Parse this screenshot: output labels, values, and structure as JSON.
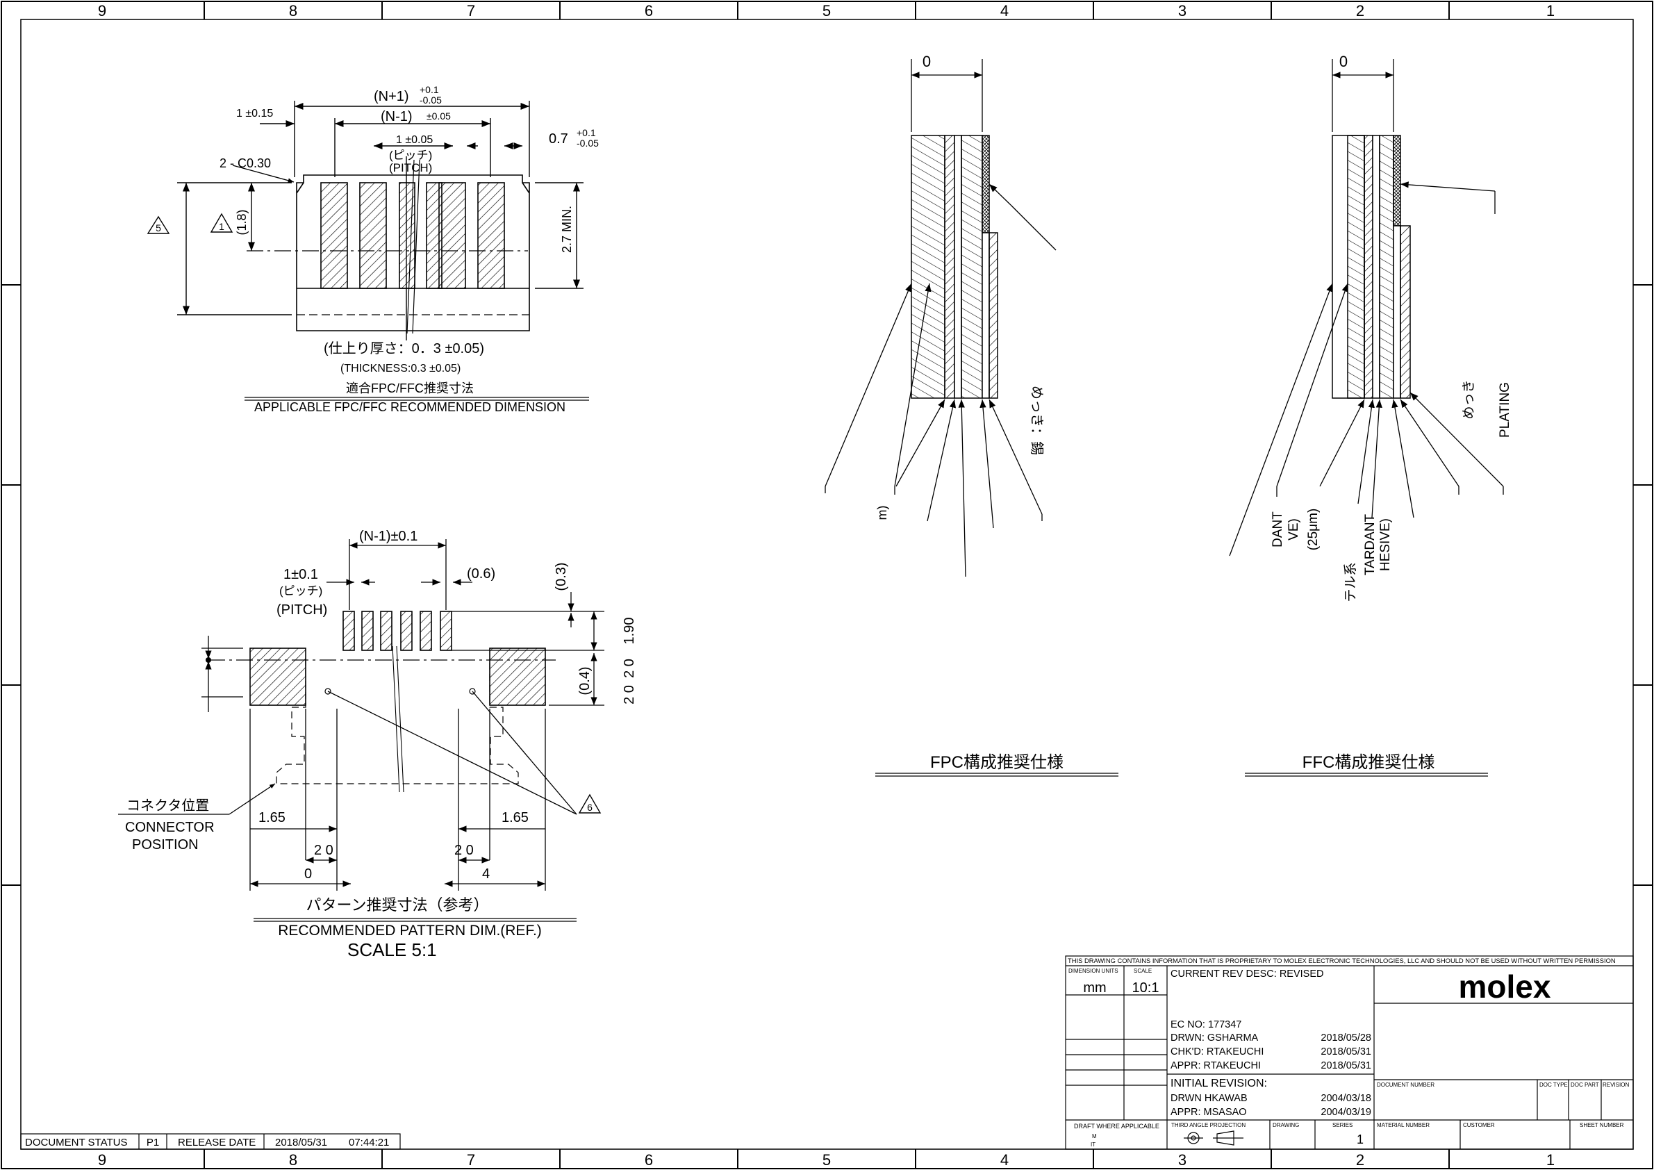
{
  "border": {
    "zones": [
      "9",
      "8",
      "7",
      "6",
      "5",
      "4",
      "3",
      "2",
      "1"
    ]
  },
  "pattern_dims": {
    "n_plus_1": "(N+1)",
    "n_plus_1_tol_plus": "+0.1",
    "n_plus_1_tol_minus": "-0.05",
    "n_minus_1": "(N-1)",
    "n_minus_1_tol": "±0.05",
    "one_015": "1 ±0.15",
    "one_005": "1 ±0.05",
    "pitch_jp": "(ピッチ)",
    "pitch_en": "(PITCH)",
    "zero_seven": "0.7",
    "zero_seven_tol_plus": "+0.1",
    "zero_seven_tol_minus": "-0.05",
    "chamfer": "2 - C0.30",
    "tri5": "5",
    "tri1": "1",
    "one_eight": "(1.8)",
    "two_seven": "2.7 MIN.",
    "thickness_jp": "(仕上り厚さ：0．3 ±0.05)",
    "thickness_en": "(THICKNESS:0.3 ±0.05)",
    "title_jp": "適合FPC/FFC推奨寸法",
    "title_en": "APPLICABLE FPC/FFC RECOMMENDED DIMENSION"
  },
  "pcb_pattern": {
    "n_minus_1": "(N-1)±0.1",
    "one_pitch": "1±0.1",
    "pitch_jp": "(ピッチ)",
    "pitch_en": "(PITCH)",
    "zero_six": "(0.6)",
    "zero_three": "(0.3)",
    "one_ninety": "1.90",
    "two_zero_a": "2 0",
    "two_zero_b": "2 0",
    "zero_four": "(0.4)",
    "one_sixty_five_l": "1.65",
    "one_sixty_five_r": "1.65",
    "two_zero_l": "2 0",
    "two_zero_r": "2 0",
    "zero_l": "0",
    "four_r": "4",
    "connector_jp": "コネクタ位置",
    "connector_en_1": "CONNECTOR",
    "connector_en_2": "POSITION",
    "tri6": "6",
    "title_jp": "パターン推奨寸法（参考）",
    "title_en": "RECOMMENDED PATTERN DIM.(REF.)",
    "scale": "SCALE   5:1"
  },
  "fpc": {
    "dim": "0",
    "plating": "めっき：錫",
    "m_label": "m)",
    "title": "FPC構成推奨仕様"
  },
  "ffc": {
    "dim": "0",
    "dant": "DANT",
    "ve": "VE)",
    "um": "(25μm)",
    "teru": "テル系",
    "tardant": "TARDANT",
    "hesive": "HESIVE)",
    "mekki": "めっき",
    "plating": "PLATING",
    "title": "FFC構成推奨仕様"
  },
  "title_block": {
    "proprietary": "THIS DRAWING CONTAINS INFORMATION THAT IS PROPRIETARY TO MOLEX ELECTRONIC TECHNOLOGIES, LLC AND SHOULD NOT BE USED WITHOUT WRITTEN PERMISSION",
    "dim_units_label": "DIMENSION UNITS",
    "scale_label": "SCALE",
    "units": "mm",
    "scale": "10:1",
    "rev_desc": "CURRENT REV DESC: REVISED",
    "ec_no": "EC NO:   177347",
    "drwn": "DRWN:   GSHARMA",
    "drwn_date": "2018/05/28",
    "chkd": "CHK'D:  RTAKEUCHI",
    "chkd_date": "2018/05/31",
    "appr": "APPR:   RTAKEUCHI",
    "appr_date": "2018/05/31",
    "initial_rev": "INITIAL REVISION:",
    "init_drwn": "DRWN   HKAWAB",
    "init_drwn_date": "2004/03/18",
    "init_appr": "APPR:   MSASAO",
    "init_appr_date": "2004/03/19",
    "draft_label": "DRAFT WHERE APPLICABLE",
    "draft_m": "M",
    "draft_it": "IT",
    "third_angle": "THIRD ANGLE PROJECTION",
    "drawing_label": "DRAWING",
    "series_label": "SERIES",
    "series_value": "1",
    "material_label": "MATERIAL NUMBER",
    "customer_label": "CUSTOMER",
    "sheet_label": "SHEET NUMBER",
    "doc_number_label": "DOCUMENT NUMBER",
    "doc_type_label": "DOC TYPE",
    "doc_part_label": "DOC PART",
    "revision_label": "REVISION",
    "logo": "molex"
  },
  "status_bar": {
    "doc_status": "DOCUMENT STATUS",
    "p1": "P1",
    "release_date_label": "RELEASE DATE",
    "release_date": "2018/05/31",
    "release_time": "07:44:21"
  }
}
